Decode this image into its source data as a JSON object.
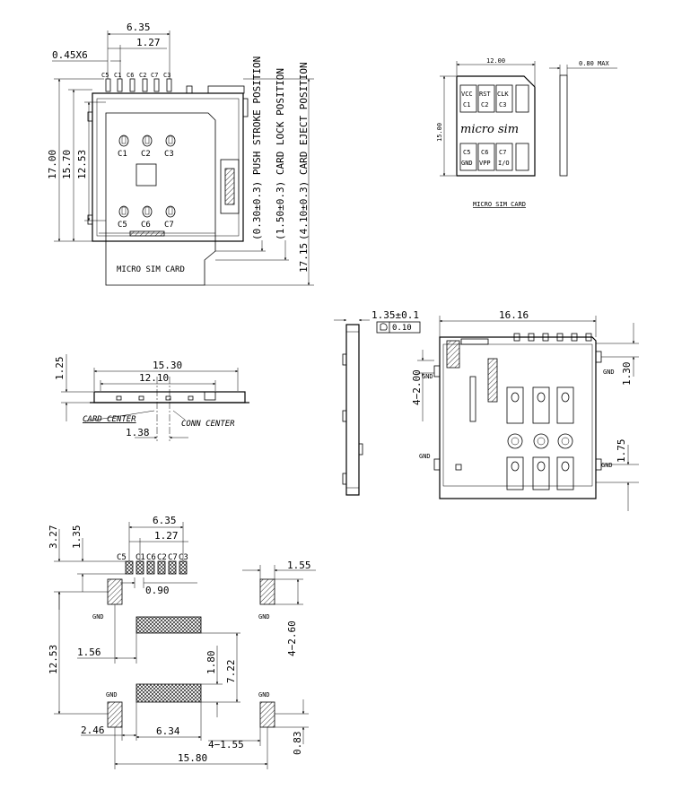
{
  "top_view": {
    "dims": {
      "d635": "6.35",
      "d127": "1.27",
      "d045x6": "0.45X6",
      "d1700": "17.00",
      "d1570": "15.70",
      "d1253": "12.53",
      "d1715": "17.15"
    },
    "pin_labels": [
      "C5",
      "C1",
      "C6",
      "C2",
      "C7",
      "C3"
    ],
    "contacts": [
      "C1",
      "C2",
      "C3",
      "C5",
      "C6",
      "C7"
    ],
    "positions": {
      "push": "(0.30±0.3) PUSH STROKE POSITION",
      "lock": "(1.50±0.3) CARD LOCK POSITION",
      "eject": "(4.10±0.3) CARD EJECT POSITION"
    },
    "card_label": "MICRO SIM CARD"
  },
  "card_view": {
    "width": "12.00",
    "height": "15.00",
    "thickness": "0.80 MAX",
    "brand": "micro sim",
    "caption": "MICRO SIM CARD",
    "pads": [
      [
        "VCC",
        "C1"
      ],
      [
        "RST",
        "C2"
      ],
      [
        "CLK",
        "C3"
      ],
      [
        "C5",
        "GND"
      ],
      [
        "C6",
        "VPP"
      ],
      [
        "C7",
        "I/O"
      ]
    ]
  },
  "front_view": {
    "dims": {
      "d125": "1.25",
      "d1530": "15.30",
      "d1210": "12.10",
      "d138": "1.38"
    },
    "card_center": "CARD CENTER",
    "conn_center": "CONN CENTER"
  },
  "bottom_view": {
    "dims": {
      "d135": "1.35±0.1",
      "flat": "0.10",
      "d1616": "16.16",
      "d130": "1.30",
      "d175": "1.75",
      "d4200": "4−2.00"
    },
    "gnd": "GND"
  },
  "footprint": {
    "dims": {
      "d327": "3.27",
      "d135": "1.35",
      "d635": "6.35",
      "d127": "1.27",
      "d090": "0.90",
      "d155": "1.55",
      "d1253": "12.53",
      "d4260": "4−2.60",
      "d156": "1.56",
      "d180": "1.80",
      "d722": "7.22",
      "d246": "2.46",
      "d634": "6.34",
      "d4155": "4−1.55",
      "d083": "0.83",
      "d1580": "15.80"
    },
    "pin_labels": [
      "C5",
      "C1",
      "C6",
      "C2",
      "C7",
      "C3"
    ],
    "gnd": "GND"
  }
}
